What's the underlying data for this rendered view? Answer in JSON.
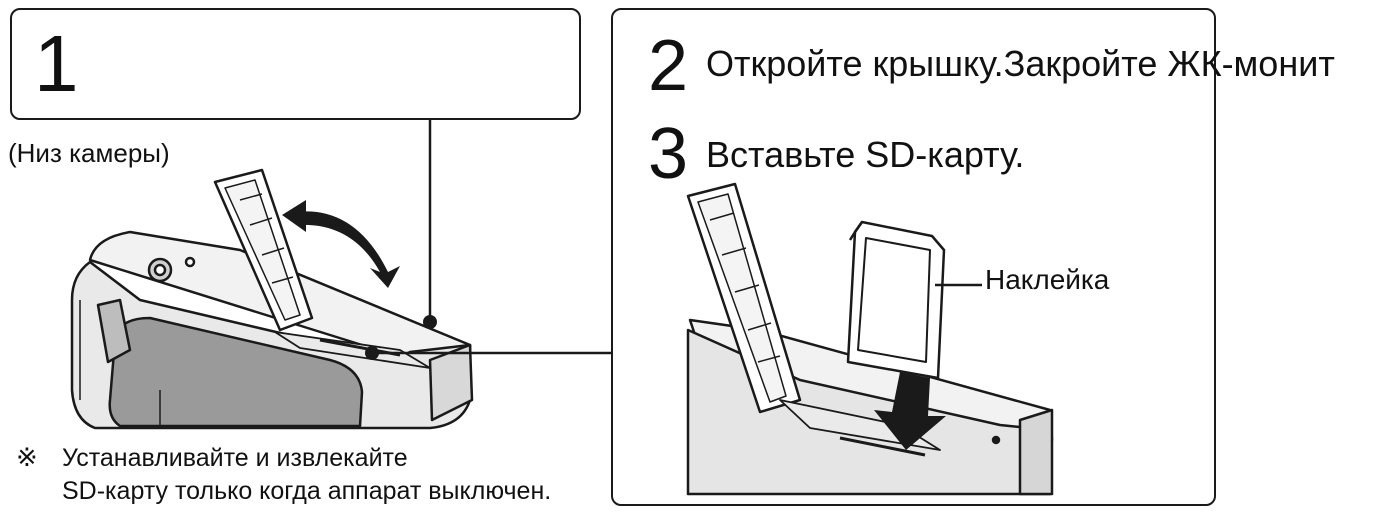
{
  "step1": {
    "number": "1"
  },
  "step2": {
    "number": "2",
    "text": "Откройте крышку.Закройте ЖК-монит"
  },
  "step3": {
    "number": "3",
    "text": "Вставьте SD-карту."
  },
  "labels": {
    "camera_bottom": "(Низ камеры)",
    "sticker": "Наклейка"
  },
  "note": {
    "mark": "※",
    "line1": "Устанавливайте и извлекайте",
    "line2": "SD-карту только когда аппарат выключен."
  }
}
